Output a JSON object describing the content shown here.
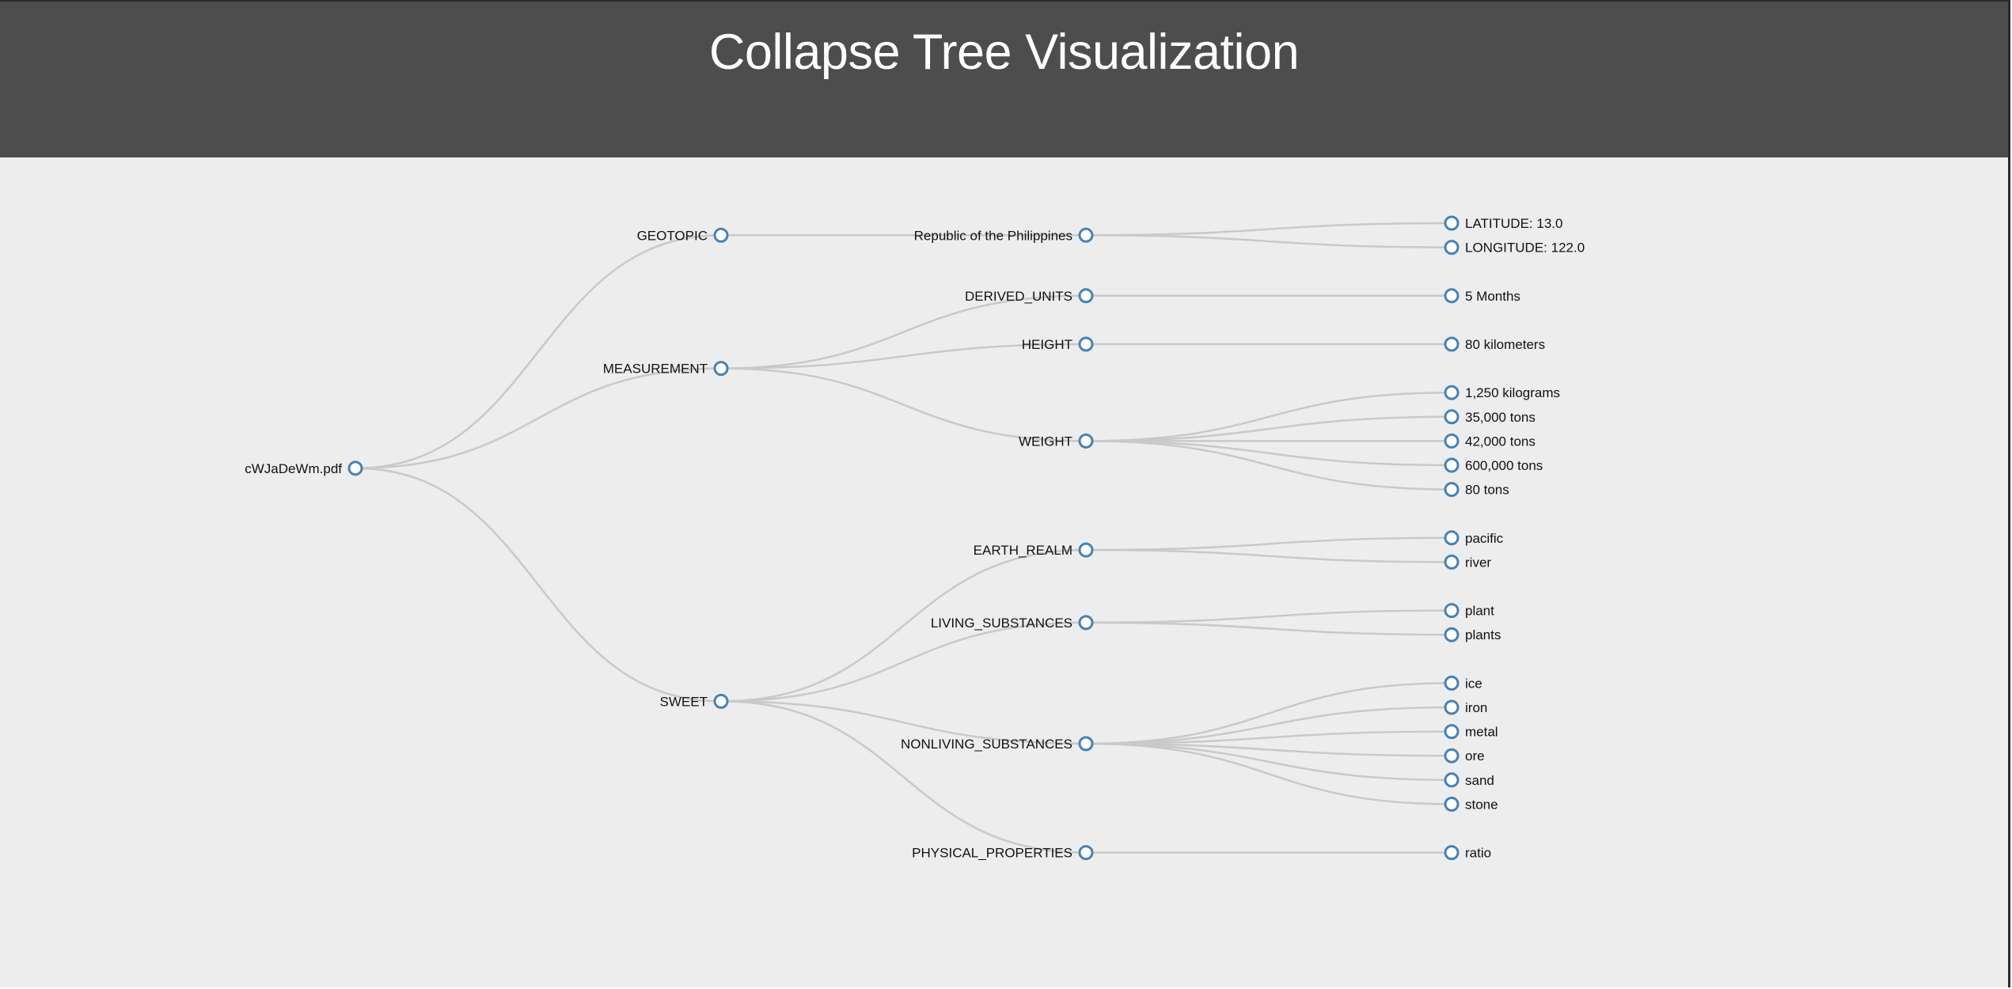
{
  "header": {
    "title": "Collapse Tree Visualization"
  },
  "colors": {
    "header_bg": "#4d4d4d",
    "canvas_bg": "#ededed",
    "node_stroke": "#4682b4",
    "node_fill": "#ffffff",
    "link_stroke": "#c9c9c9"
  },
  "tree": {
    "name": "cWJaDeWm.pdf",
    "children": [
      {
        "name": "GEOTOPIC",
        "children": [
          {
            "name": "Republic of the Philippines",
            "children": [
              {
                "name": "LATITUDE: 13.0"
              },
              {
                "name": "LONGITUDE: 122.0"
              }
            ]
          }
        ]
      },
      {
        "name": "MEASUREMENT",
        "children": [
          {
            "name": "DERIVED_UNITS",
            "children": [
              {
                "name": "5 Months"
              }
            ]
          },
          {
            "name": "HEIGHT",
            "children": [
              {
                "name": "80 kilometers"
              }
            ]
          },
          {
            "name": "WEIGHT",
            "children": [
              {
                "name": "1,250 kilograms"
              },
              {
                "name": "35,000 tons"
              },
              {
                "name": "42,000 tons"
              },
              {
                "name": "600,000 tons"
              },
              {
                "name": "80 tons"
              }
            ]
          }
        ]
      },
      {
        "name": "SWEET",
        "children": [
          {
            "name": "EARTH_REALM",
            "children": [
              {
                "name": "pacific"
              },
              {
                "name": "river"
              }
            ]
          },
          {
            "name": "LIVING_SUBSTANCES",
            "children": [
              {
                "name": "plant"
              },
              {
                "name": "plants"
              }
            ]
          },
          {
            "name": "NONLIVING_SUBSTANCES",
            "children": [
              {
                "name": "ice"
              },
              {
                "name": "iron"
              },
              {
                "name": "metal"
              },
              {
                "name": "ore"
              },
              {
                "name": "sand"
              },
              {
                "name": "stone"
              }
            ]
          },
          {
            "name": "PHYSICAL_PROPERTIES",
            "children": [
              {
                "name": "ratio"
              }
            ]
          }
        ]
      }
    ]
  }
}
